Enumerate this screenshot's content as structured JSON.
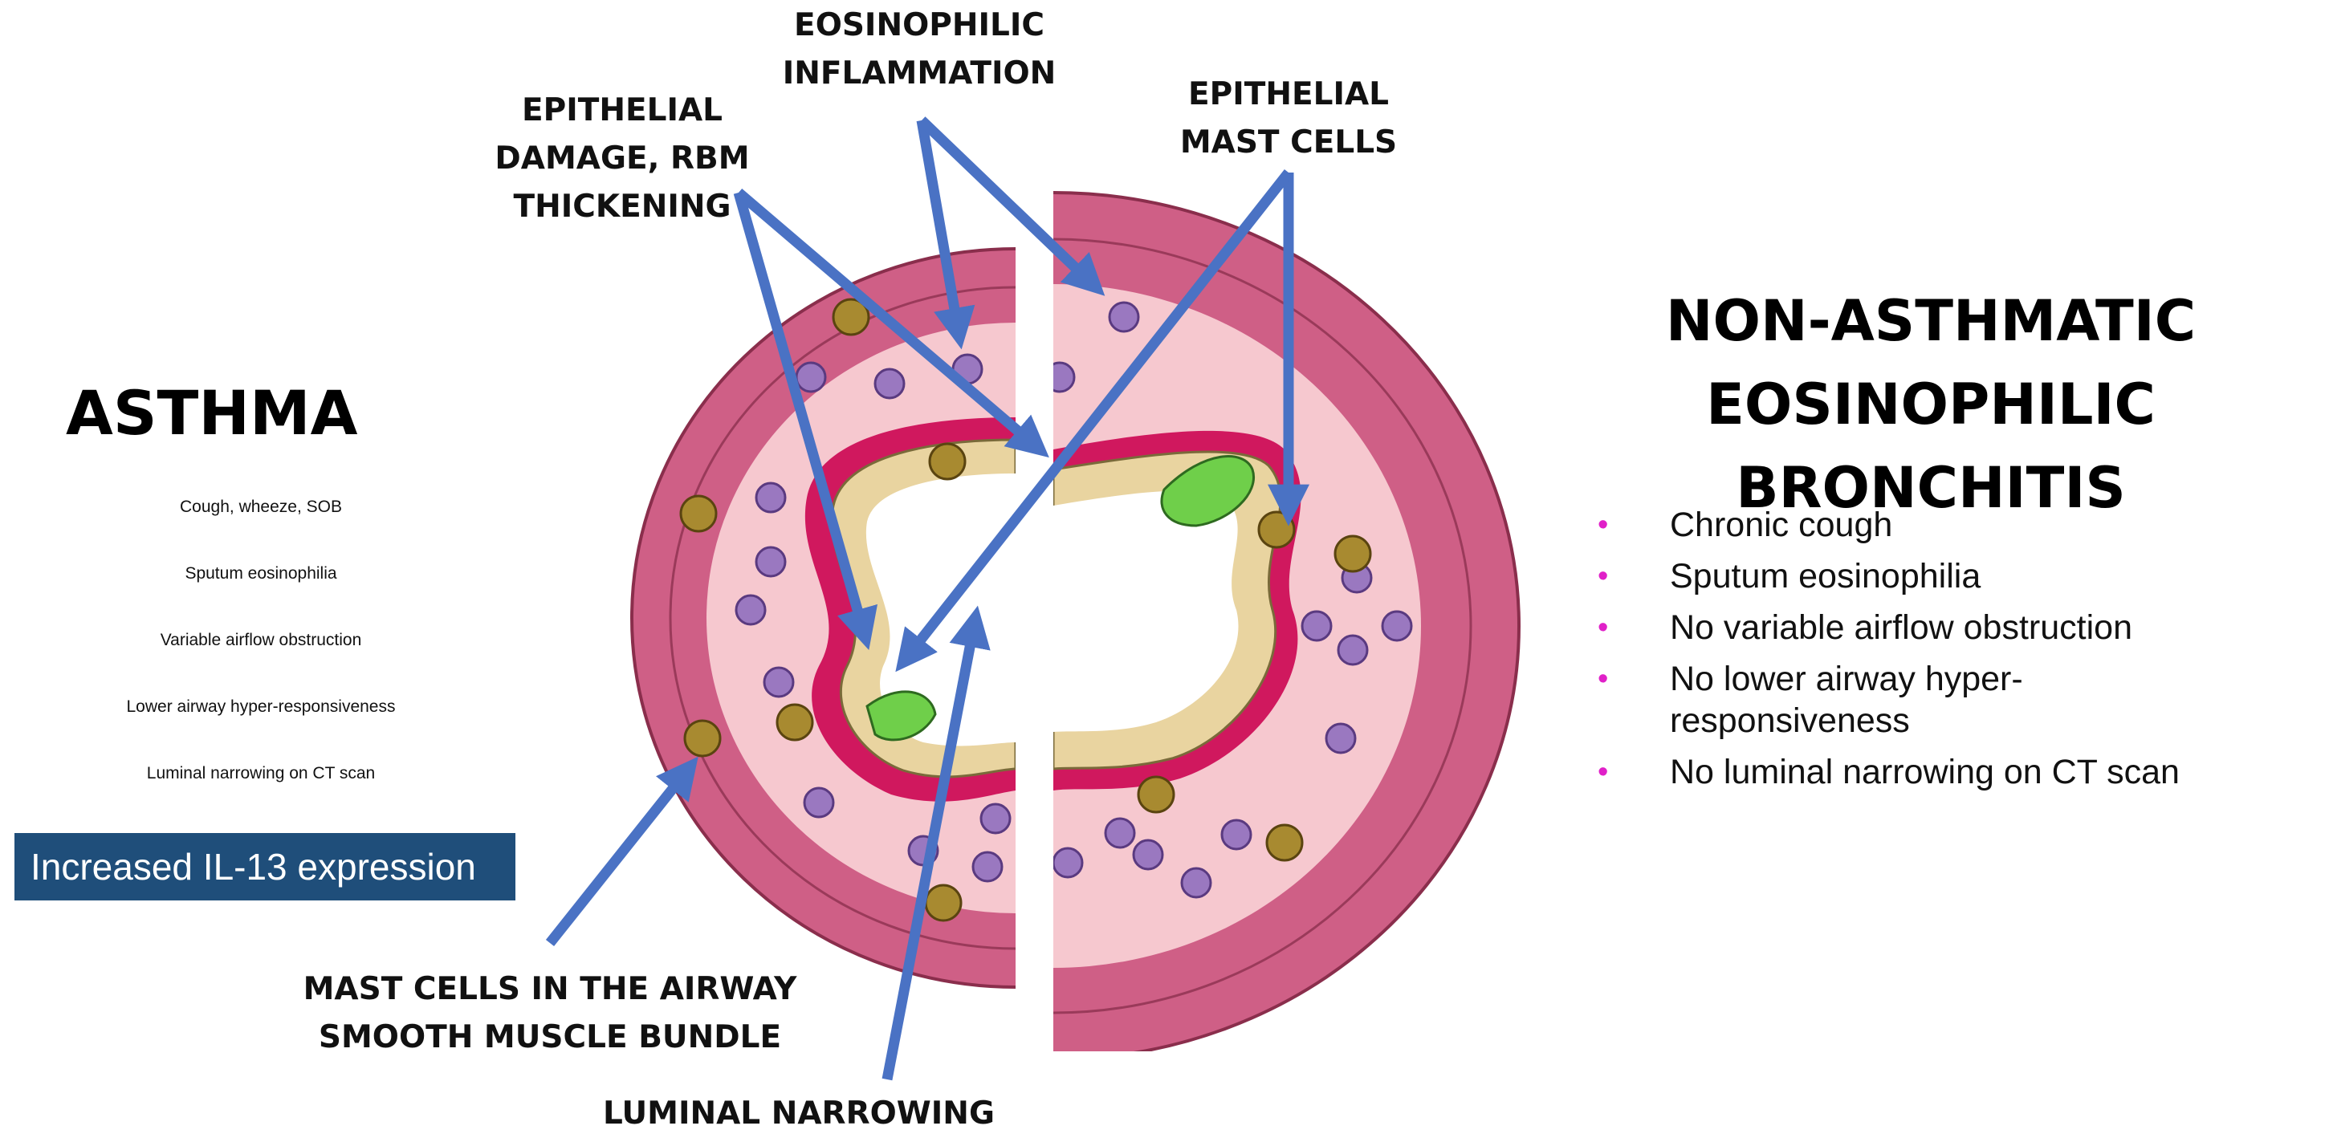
{
  "callouts": {
    "eosinophilic_inflammation": "EOSINOPHILIC\nINFLAMMATION",
    "epithelial_damage": "EPITHELIAL\nDAMAGE, RBM\nTHICKENING",
    "epithelial_mast_cells": "EPITHELIAL\nMAST CELLS",
    "mast_cells_smooth_muscle": "MAST CELLS IN THE AIRWAY\nSMOOTH MUSCLE BUNDLE",
    "luminal_narrowing": "LUMINAL NARROWING"
  },
  "asthma": {
    "title": "ASTHMA",
    "features": [
      "Cough, wheeze, SOB",
      "Sputum eosinophilia",
      "Variable airflow obstruction",
      "Lower airway hyper-responsiveness",
      "Luminal narrowing on CT scan"
    ],
    "highlight": "Increased IL-13 expression",
    "highlight_color": "#1f4e7a"
  },
  "nae": {
    "title": "NON-ASTHMATIC\nEOSINOPHILIC BRONCHITIS",
    "features": [
      "Chronic cough",
      "Sputum eosinophilia",
      "No variable airflow obstruction",
      "No lower airway hyper-\nresponsiveness",
      "No luminal narrowing on CT scan"
    ],
    "bullet_color": "#e020c8"
  },
  "colors": {
    "arrow": "#4a72c4",
    "airway_wall": "#d86a8e",
    "submucosa": "#f7c9cf",
    "basement_membrane": "#d0185e",
    "epithelium": "#e9d4a0",
    "eosinophil": "#9a78c0",
    "mast_cell": "#a88a30",
    "mucus": "#6fcf4a"
  }
}
